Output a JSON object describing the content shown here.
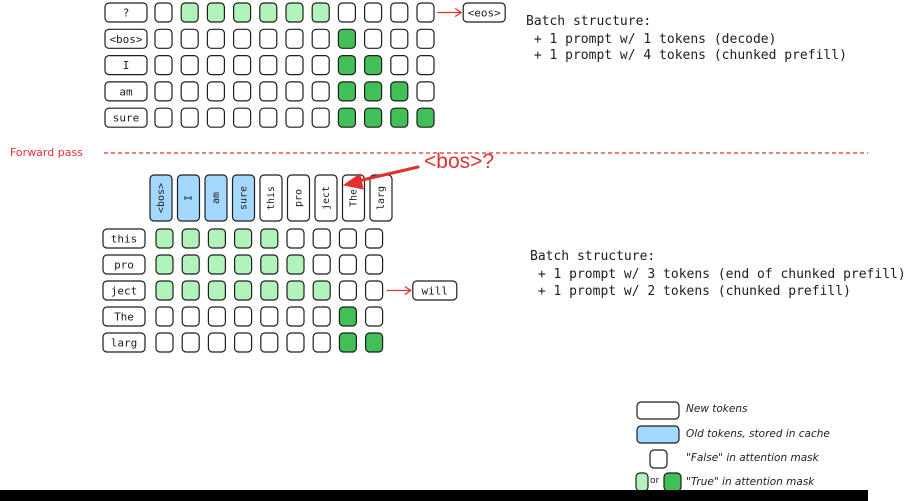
{
  "top": {
    "rows": [
      {
        "label": "?",
        "cells": [
          "k",
          "g",
          "g",
          "g",
          "g",
          "g",
          "g",
          "k",
          "k",
          "k",
          "k"
        ],
        "next": "<eos>"
      },
      {
        "label": "<bos>",
        "cells": [
          "k",
          "k",
          "k",
          "k",
          "k",
          "k",
          "k",
          "G",
          "k",
          "k",
          "k"
        ]
      },
      {
        "label": "I",
        "cells": [
          "k",
          "k",
          "k",
          "k",
          "k",
          "k",
          "k",
          "G",
          "G",
          "k",
          "k"
        ]
      },
      {
        "label": "am",
        "cells": [
          "k",
          "k",
          "k",
          "k",
          "k",
          "k",
          "k",
          "G",
          "G",
          "G",
          "k"
        ]
      },
      {
        "label": "sure",
        "cells": [
          "k",
          "k",
          "k",
          "k",
          "k",
          "k",
          "k",
          "G",
          "G",
          "G",
          "G"
        ]
      }
    ],
    "batch": {
      "heading": "Batch structure:",
      "lines": [
        " + 1 prompt w/ 1 tokens (decode)",
        " + 1 prompt w/ 4 tokens (chunked prefill)"
      ]
    }
  },
  "forward_pass_label": "Forward pass",
  "annotation": "<bos>?",
  "bottom": {
    "columns": [
      {
        "label": "<bos>",
        "style": "blue"
      },
      {
        "label": "I",
        "style": "blue"
      },
      {
        "label": "am",
        "style": "blue"
      },
      {
        "label": "sure",
        "style": "blue"
      },
      {
        "label": "this",
        "style": "white"
      },
      {
        "label": "pro",
        "style": "white"
      },
      {
        "label": "ject",
        "style": "white"
      },
      {
        "label": "The",
        "style": "white"
      },
      {
        "label": "larg",
        "style": "white"
      }
    ],
    "rows": [
      {
        "label": "this",
        "cells": [
          "g",
          "g",
          "g",
          "g",
          "g",
          "k",
          "k",
          "k",
          "k"
        ]
      },
      {
        "label": "pro",
        "cells": [
          "g",
          "g",
          "g",
          "g",
          "g",
          "g",
          "k",
          "k",
          "k"
        ]
      },
      {
        "label": "ject",
        "cells": [
          "g",
          "g",
          "g",
          "g",
          "g",
          "g",
          "g",
          "k",
          "k"
        ],
        "next": "will"
      },
      {
        "label": "The",
        "cells": [
          "k",
          "k",
          "k",
          "k",
          "k",
          "k",
          "k",
          "G",
          "k"
        ]
      },
      {
        "label": "larg",
        "cells": [
          "k",
          "k",
          "k",
          "k",
          "k",
          "k",
          "k",
          "G",
          "G"
        ]
      }
    ],
    "batch": {
      "heading": "Batch structure:",
      "lines": [
        " + 1 prompt w/ 3 tokens (end of chunked prefill)",
        " + 1 prompt w/ 2 tokens (chunked prefill)"
      ]
    }
  },
  "legend": [
    {
      "text": "New tokens"
    },
    {
      "text": "Old tokens, stored in cache"
    },
    {
      "text": "\"False\" in attention mask"
    },
    {
      "text": "\"True\" in attention mask",
      "or_text": "or"
    }
  ],
  "colors": {
    "light_green": "#b2f2bb",
    "dark_green": "#40c057",
    "blue": "#a5d8ff",
    "red": "#e03131",
    "stroke": "#1e1e1e"
  }
}
